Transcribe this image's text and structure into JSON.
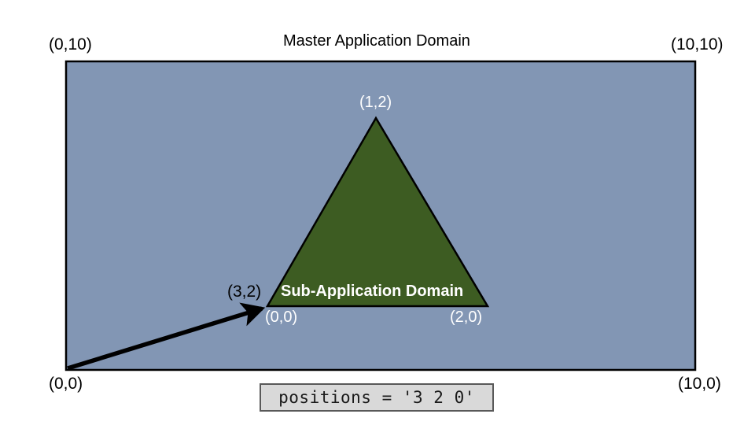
{
  "diagram": {
    "type": "nested-domain-offset-diagram",
    "master_domain": {
      "title": "Master Application Domain",
      "fill_color": "#8296b4",
      "border_color": "#000000",
      "corners": {
        "top_left": "(0,10)",
        "top_right": "(10,10)",
        "bottom_left": "(0,0)",
        "bottom_right": "(10,0)"
      }
    },
    "sub_domain": {
      "title": "Sub-Application Domain",
      "fill_color": "#3d5c22",
      "border_color": "#000000",
      "shape": "triangle",
      "vertices": {
        "apex": "(1,2)",
        "bottom_left": "(0,0)",
        "bottom_right": "(2,0)"
      }
    },
    "offset_arrow": {
      "label": "(3,2)",
      "color": "#000000",
      "from": "(0,0)",
      "to": "(3,2)"
    },
    "code_snippet": {
      "text": "positions = '3 2 0'",
      "background_color": "#d9d9d9",
      "border_color": "#595959"
    }
  }
}
